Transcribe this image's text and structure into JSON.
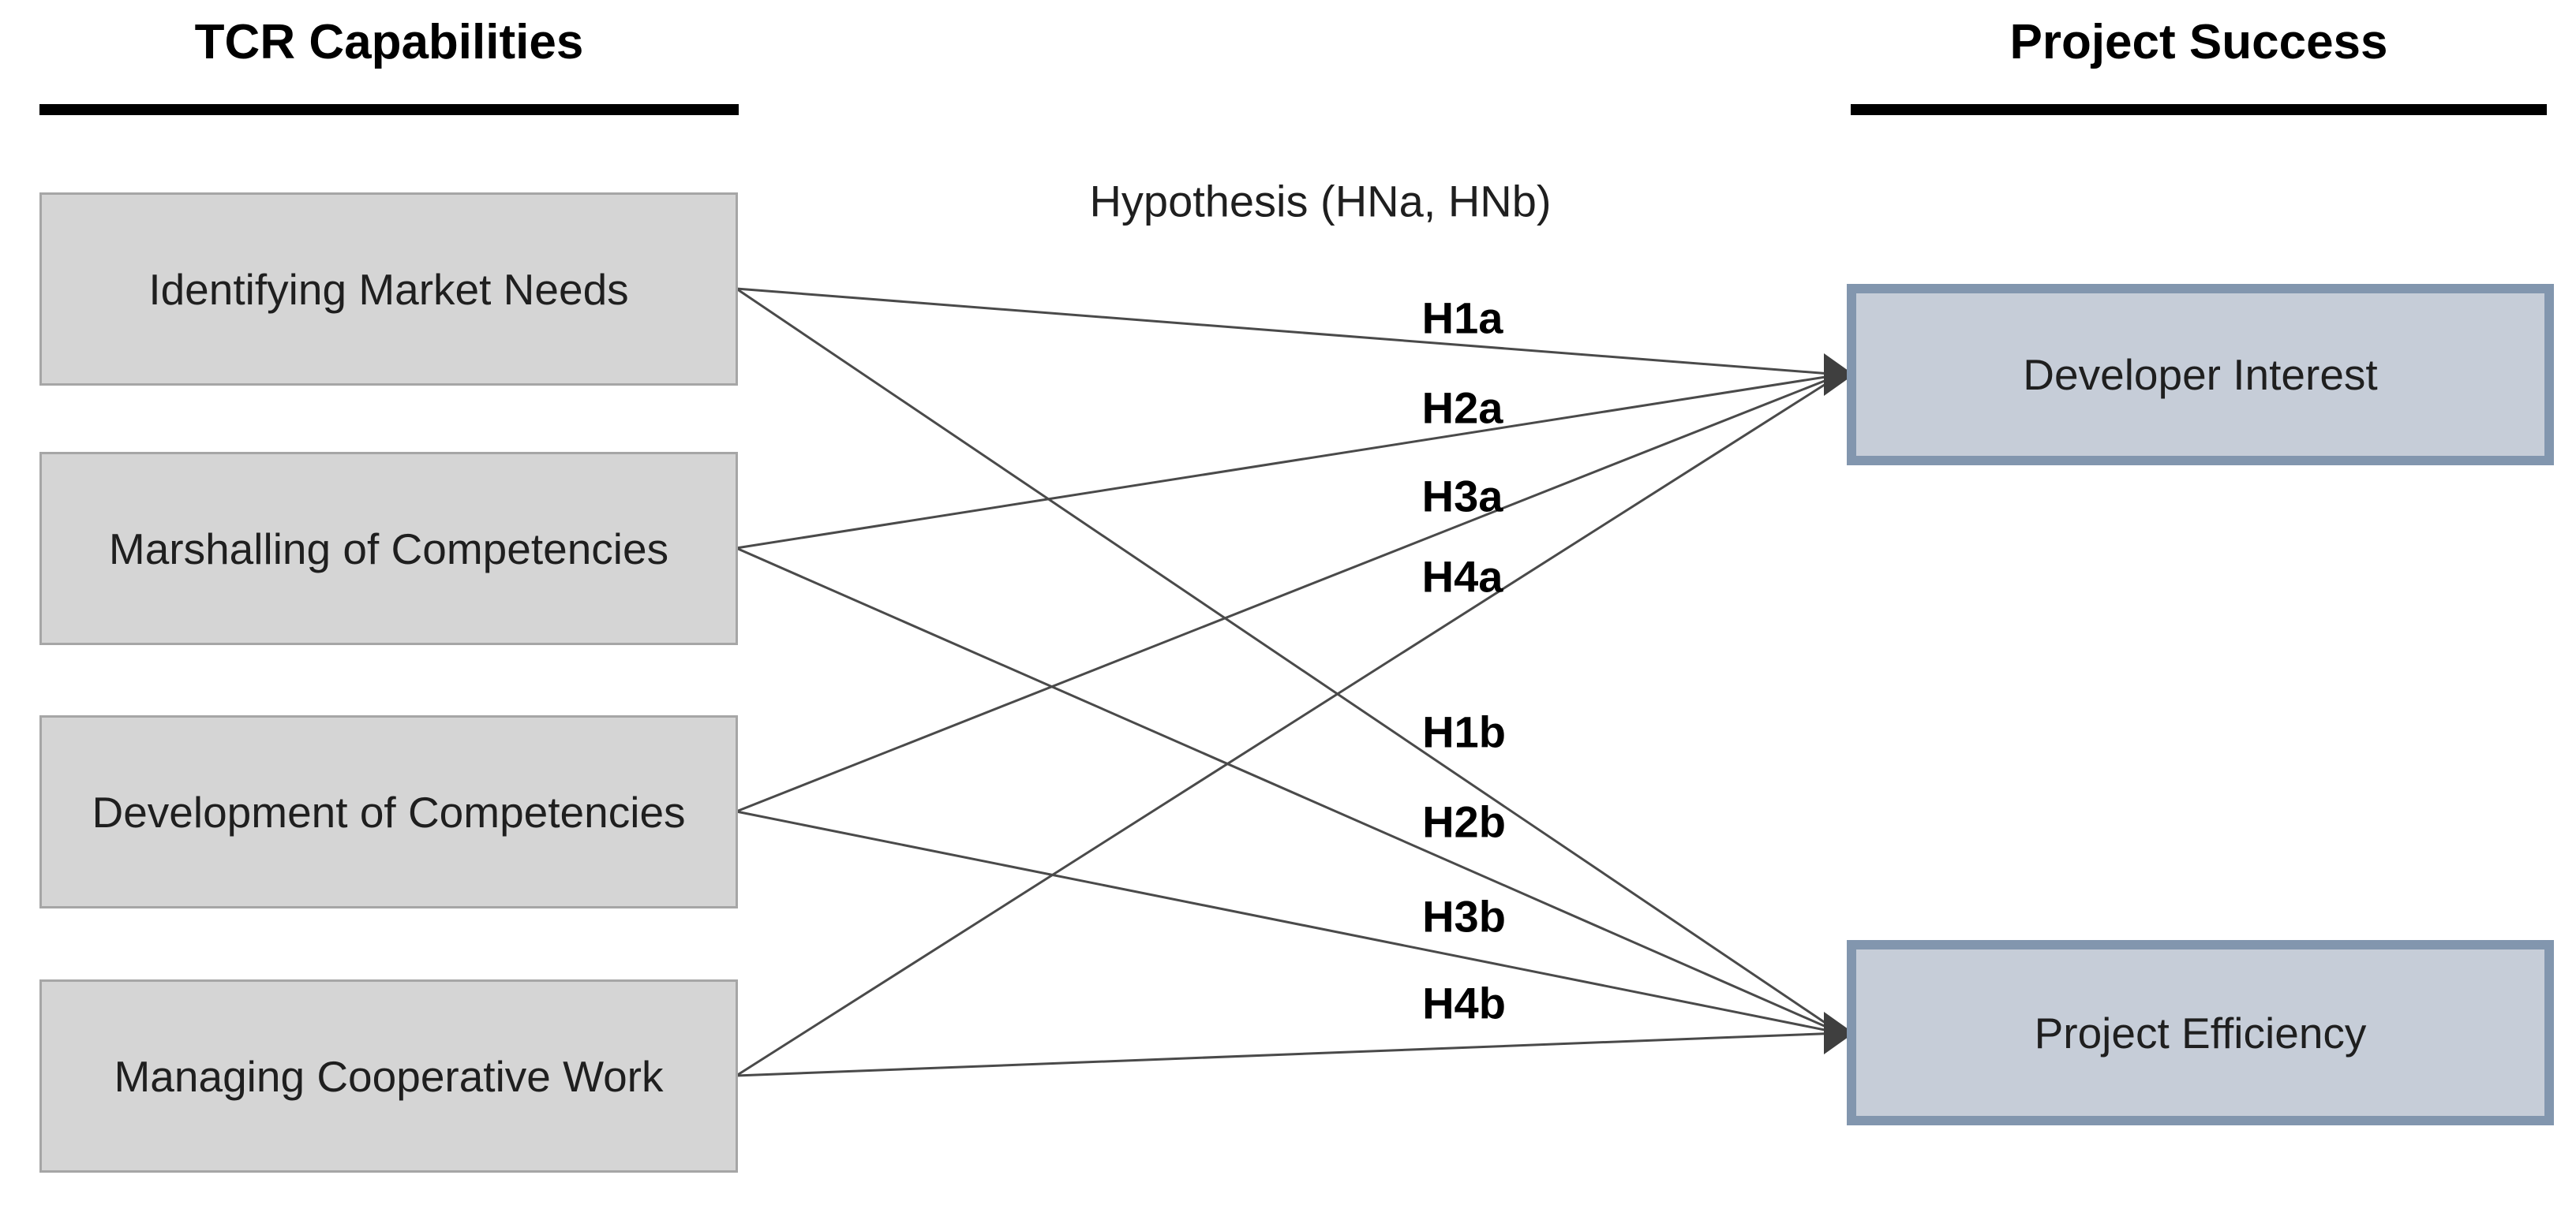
{
  "diagram": {
    "left_column": {
      "header": "TCR Capabilities",
      "items": [
        {
          "label": "Identifying Market Needs"
        },
        {
          "label": "Marshalling of Competencies"
        },
        {
          "label": "Development of Competencies"
        },
        {
          "label": "Managing Cooperative Work"
        }
      ]
    },
    "right_column": {
      "header": "Project Success",
      "items": [
        {
          "label": "Developer Interest"
        },
        {
          "label": "Project Efficiency"
        }
      ]
    },
    "hypothesis_note": "Hypothesis (HNa, HNb)",
    "hypothesis_labels": [
      {
        "text": "H1a"
      },
      {
        "text": "H2a"
      },
      {
        "text": "H3a"
      },
      {
        "text": "H4a"
      },
      {
        "text": "H1b"
      },
      {
        "text": "H2b"
      },
      {
        "text": "H3b"
      },
      {
        "text": "H4b"
      }
    ],
    "arrows": [
      {
        "from": "Identifying Market Needs",
        "to": "Developer Interest",
        "label": "H1a"
      },
      {
        "from": "Marshalling of Competencies",
        "to": "Developer Interest",
        "label": "H2a"
      },
      {
        "from": "Development of Competencies",
        "to": "Developer Interest",
        "label": "H3a"
      },
      {
        "from": "Managing Cooperative Work",
        "to": "Developer Interest",
        "label": "H4a"
      },
      {
        "from": "Identifying Market Needs",
        "to": "Project Efficiency",
        "label": "H1b"
      },
      {
        "from": "Marshalling of Competencies",
        "to": "Project Efficiency",
        "label": "H2b"
      },
      {
        "from": "Development of Competencies",
        "to": "Project Efficiency",
        "label": "H3b"
      },
      {
        "from": "Managing Cooperative Work",
        "to": "Project Efficiency",
        "label": "H4b"
      }
    ],
    "colors": {
      "capability_box_fill": "#d5d5d5",
      "capability_box_border": "#a6a6a6",
      "success_box_fill": "#c6cdd8",
      "success_box_border": "#8296ae",
      "arrow_line": "#4a4a4a",
      "arrow_head": "#3f3f3f",
      "header_underline": "#000000"
    }
  }
}
